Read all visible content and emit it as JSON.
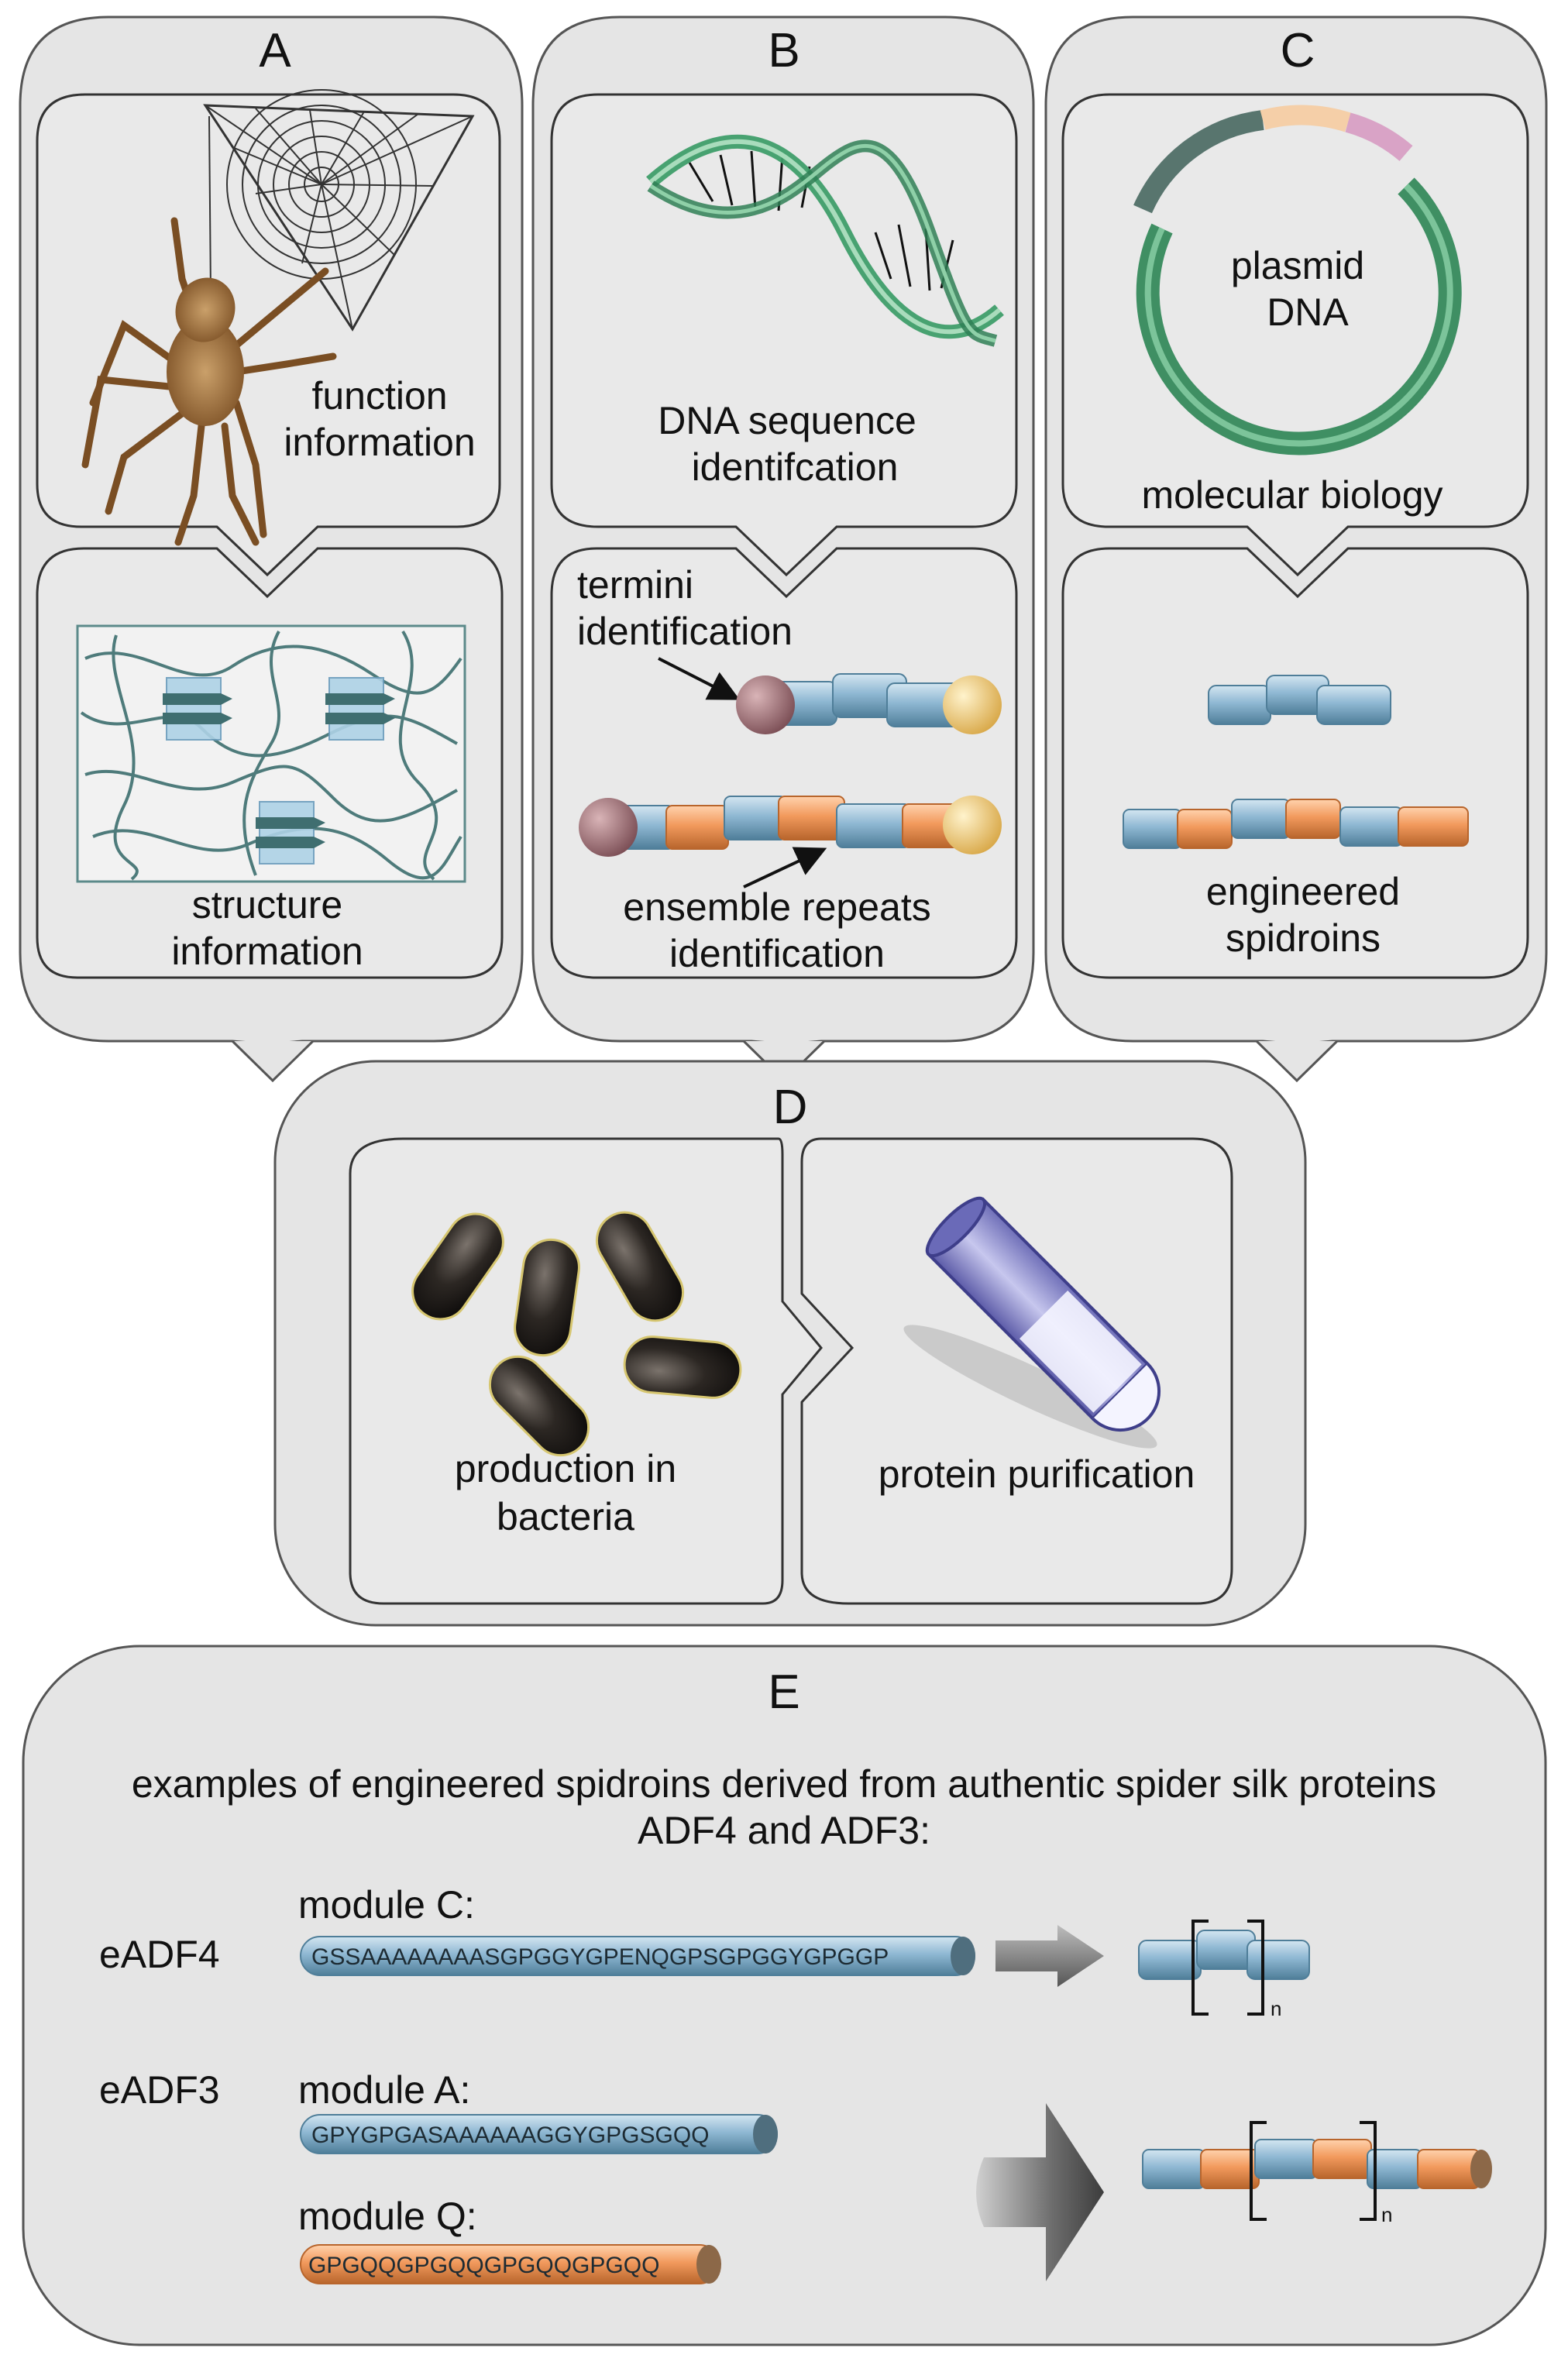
{
  "panels": {
    "A": {
      "letter": "A",
      "top_text": [
        "function",
        "information"
      ],
      "bottom_text": [
        "structure",
        "information"
      ]
    },
    "B": {
      "letter": "B",
      "top_text": [
        "DNA sequence",
        "identifcation"
      ],
      "termini_text": [
        "termini",
        "identification"
      ],
      "repeats_text": [
        "ensemble repeats",
        "identification"
      ]
    },
    "C": {
      "letter": "C",
      "plasmid_text": [
        "plasmid",
        "DNA"
      ],
      "top_text": "molecular biology",
      "bottom_text": [
        "engineered",
        "spidroins"
      ]
    },
    "D": {
      "letter": "D",
      "left_text": [
        "production in",
        "bacteria"
      ],
      "right_text": "protein purification"
    },
    "E": {
      "letter": "E",
      "description": [
        "examples of engineered spidroins derived from authentic spider silk proteins",
        "ADF4 and ADF3:"
      ],
      "eADF4": {
        "label": "eADF4",
        "module_label": "module C:",
        "sequence": "GSSAAAAAAAASGPGGYGPENQGPSGPGGYGPGGP",
        "subscript": "n"
      },
      "eADF3": {
        "label": "eADF3",
        "moduleA_label": "module A:",
        "moduleA_sequence": "GPYGPGASAAAAAAGGYGPGSGQQ",
        "moduleQ_label": "module Q:",
        "moduleQ_sequence": "GPGQQGPGQQGPGQQGPGQQ",
        "subscript": "n"
      }
    }
  },
  "colors": {
    "panel_fill": "#e6e6e6",
    "panel_stroke": "#444444",
    "module_blue": "#8fb8d3",
    "module_orange": "#f09a5e",
    "dna_green": "#3f9e6a",
    "terminus_pink": "#a0747a",
    "terminus_yellow": "#f0d17a"
  }
}
